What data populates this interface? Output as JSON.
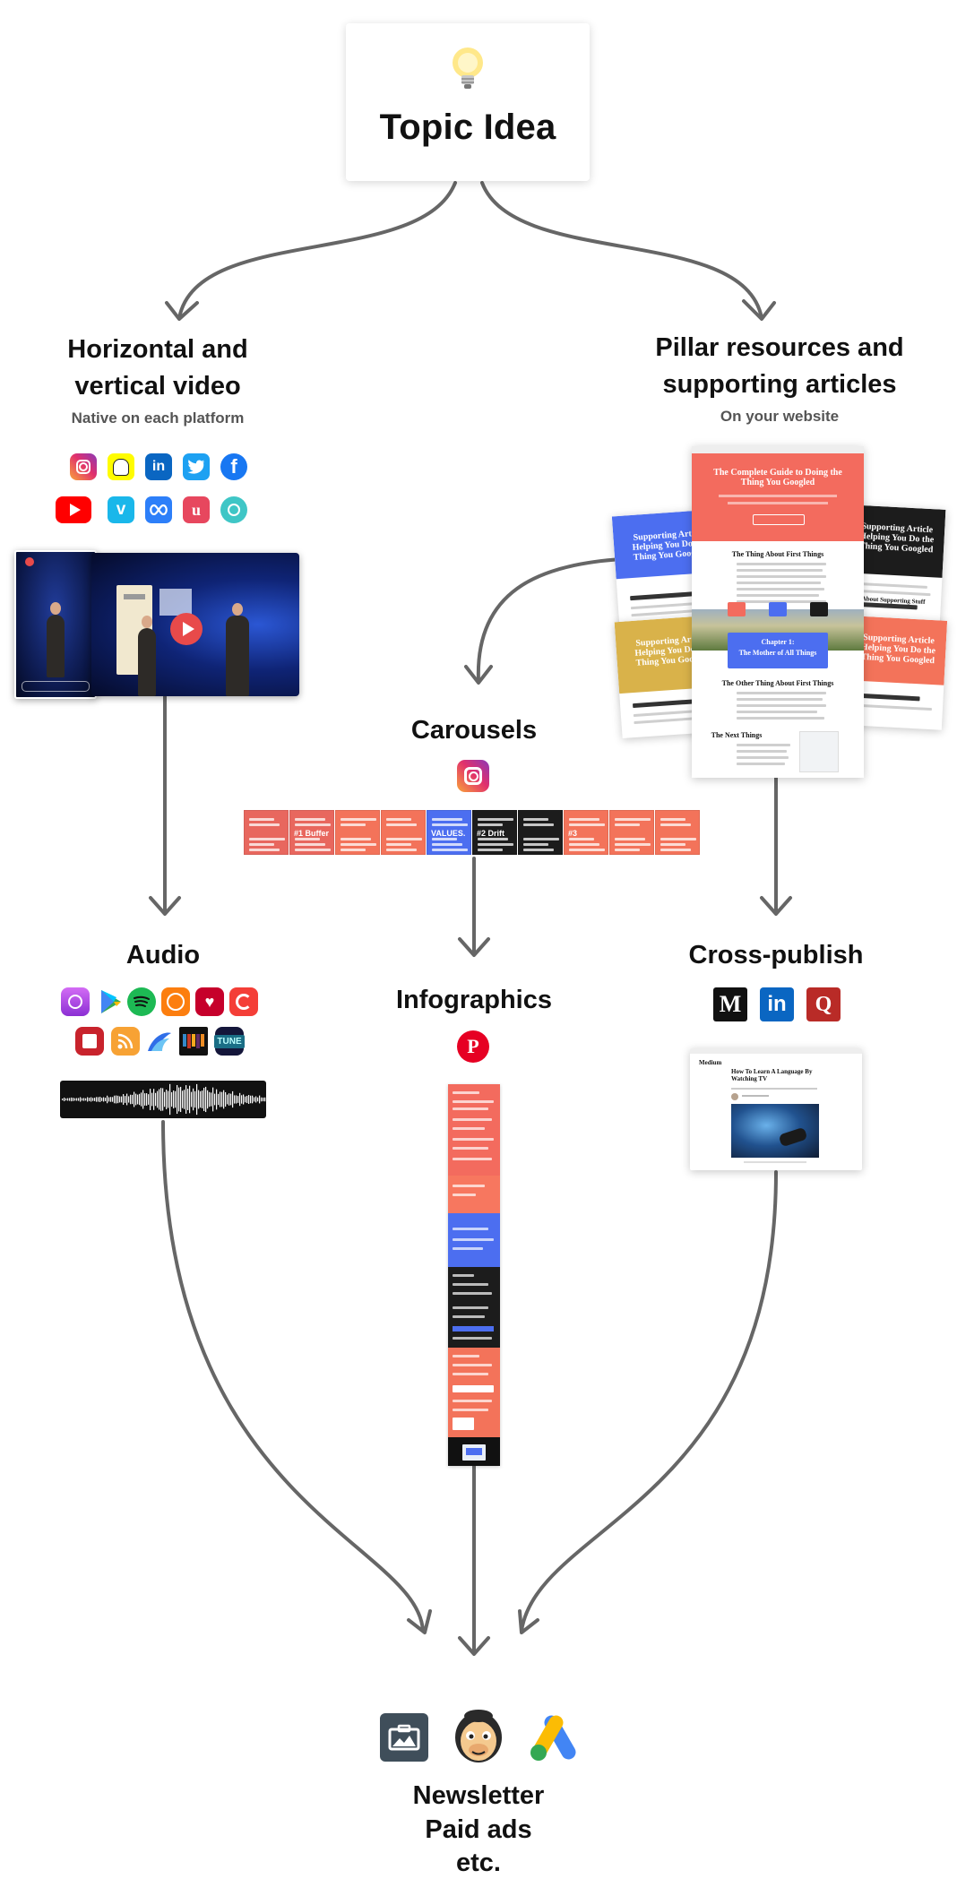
{
  "topic": {
    "title": "Topic Idea",
    "icon": "lightbulb-icon"
  },
  "video": {
    "title_line1": "Horizontal and",
    "title_line2": "vertical video",
    "subtitle": "Native on each platform",
    "platforms": [
      "instagram",
      "snapchat",
      "linkedin",
      "twitter",
      "facebook",
      "youtube",
      "vimeo",
      "igtv",
      "umbo",
      "periscope"
    ]
  },
  "pillar": {
    "title_line1": "Pillar resources and",
    "title_line2": "supporting articles",
    "subtitle": "On your website",
    "main_article": {
      "headline": "The Complete Guide to Doing the Thing You Googled",
      "section1": "The Thing About First Things",
      "chapter_label": "Chapter 1:",
      "chapter_title": "The Mother of All Things",
      "section2": "The Other Thing About First Things",
      "section3": "The Next Things"
    },
    "supporting_left": "Supporting Article Helping You Do the Thing You Googled",
    "supporting_right": "Supporting Article Helping You Do the Thing You Googled",
    "supporting_stuff": "About Supporting Stuff",
    "colors": {
      "coral": "#f36b5e",
      "blue": "#4c6ef0",
      "gold": "#d9b24a",
      "dark": "#1c1c1c",
      "orange": "#f3735a"
    }
  },
  "carousels": {
    "title": "Carousels",
    "platform_icon": "instagram-icon",
    "slides": [
      {
        "color": "#e8675e",
        "label": ""
      },
      {
        "color": "#e8675e",
        "label": "#1 Buffer"
      },
      {
        "color": "#f3735a",
        "label": ""
      },
      {
        "color": "#f3735a",
        "label": ""
      },
      {
        "color": "#4c6ef0",
        "label": "VALUES."
      },
      {
        "color": "#1c1c1c",
        "label": "#2 Drift"
      },
      {
        "color": "#1c1c1c",
        "label": ""
      },
      {
        "color": "#f3735a",
        "label": "#3"
      },
      {
        "color": "#f3735a",
        "label": ""
      },
      {
        "color": "#f3735a",
        "label": ""
      }
    ]
  },
  "audio": {
    "title": "Audio",
    "platforms": [
      "apple-podcasts",
      "google-play",
      "spotify",
      "overcast",
      "iheartradio",
      "pocket-casts",
      "player-fm",
      "rss",
      "castbox",
      "stitcher",
      "tunein"
    ]
  },
  "infographics": {
    "title": "Infographics",
    "platform_icon": "pinterest-icon"
  },
  "crosspublish": {
    "title": "Cross-publish",
    "platforms": [
      "medium",
      "linkedin",
      "quora"
    ],
    "article_title": "How To Learn A Language By Watching TV",
    "brand": "Medium"
  },
  "outputs": {
    "tools": [
      "buffer-icon",
      "mailchimp-icon",
      "google-ads-icon"
    ],
    "line1": "Newsletter",
    "line2": "Paid ads",
    "line3": "etc."
  }
}
